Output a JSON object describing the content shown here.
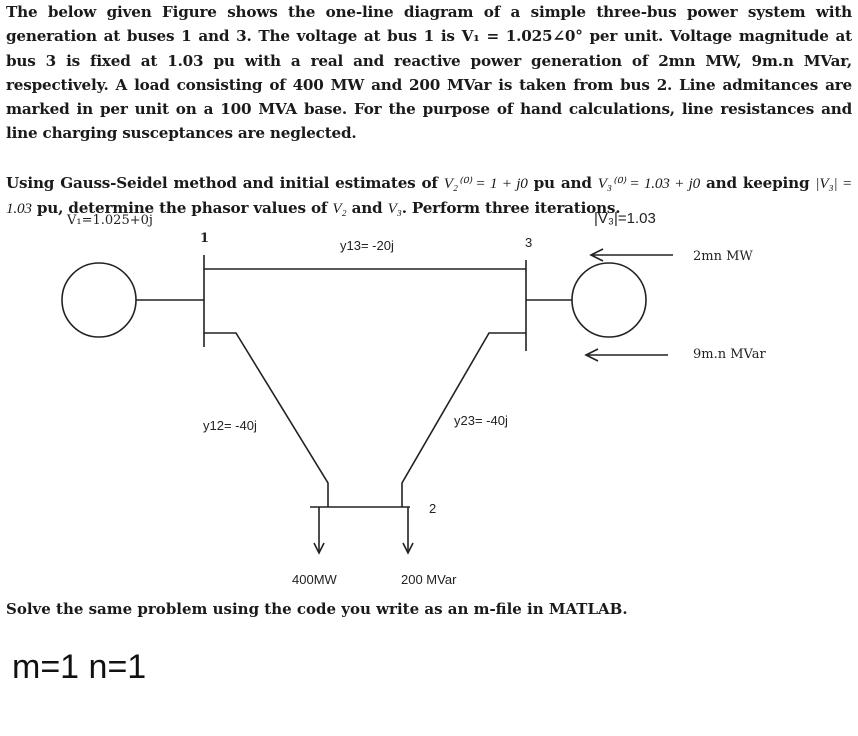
{
  "problem": {
    "paragraph1": "The below given Figure shows the one-line diagram of a simple three-bus power system with generation at buses 1 and 3. The voltage at bus 1 is V₁ = 1.025∠0° per unit. Voltage magnitude at bus 3 is fixed at 1.03 pu with a real and reactive power generation of 2mn MW, 9m.n MVar, respectively. A load consisting of 400 MW and 200 MVar is taken from bus 2. Line admitances are marked in per unit on a 100 MVA base. For the purpose of hand calculations, line resistances and line charging susceptances are neglected.",
    "paragraph2_a": "Using Gauss-Seidel method and initial estimates of ",
    "v2_init": "V₂⁽⁰⁾ = 1 + j0",
    "paragraph2_b": " pu and ",
    "v3_init": "V₃⁽⁰⁾ = 1.03 + j0",
    "paragraph2_c": " and keeping",
    "v3_mag": "|V₃| = 1.03",
    "paragraph2_d": " pu, determine the phasor values of ",
    "v2": "V₂",
    "and": " and ",
    "v3": "V₃",
    "paragraph2_e": ". Perform three iterations."
  },
  "diagram": {
    "v1_label": "V₁=1.025+0j",
    "v3_label": "|V₃|=1.03",
    "bus1": "1",
    "bus2": "2",
    "bus3": "3",
    "y13": "y13= -20j",
    "y12": "y12= -40j",
    "y23": "y23= -40j",
    "p_gen3": "2mn MW",
    "q_gen3": "9m.n MVar",
    "p_load": "400MW",
    "q_load": "200 MVar"
  },
  "instruction": "Solve the same problem using the code you write as an m-file in MATLAB.",
  "params": "m=1 n=1"
}
